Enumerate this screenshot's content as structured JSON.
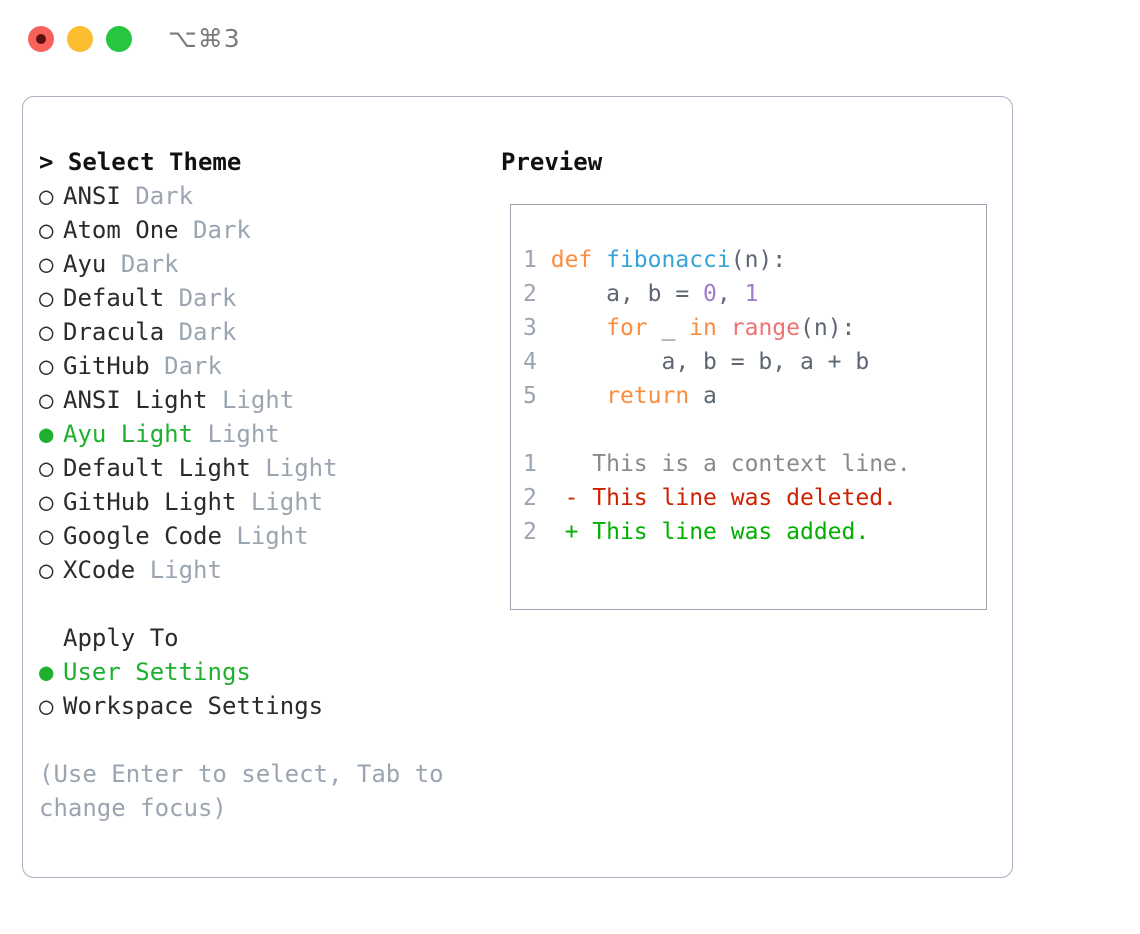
{
  "titlebar": {
    "shortcut": "⌥⌘3",
    "buttons": {
      "close": "close-button",
      "minimize": "minimize-button",
      "maximize": "maximize-button"
    }
  },
  "theme_picker": {
    "header": "> Select Theme",
    "items": [
      {
        "bullet": "○",
        "label": "ANSI",
        "variant": "Dark",
        "selected": false
      },
      {
        "bullet": "○",
        "label": "Atom One",
        "variant": "Dark",
        "selected": false
      },
      {
        "bullet": "○",
        "label": "Ayu",
        "variant": "Dark",
        "selected": false
      },
      {
        "bullet": "○",
        "label": "Default",
        "variant": "Dark",
        "selected": false
      },
      {
        "bullet": "○",
        "label": "Dracula",
        "variant": "Dark",
        "selected": false
      },
      {
        "bullet": "○",
        "label": "GitHub",
        "variant": "Dark",
        "selected": false
      },
      {
        "bullet": "○",
        "label": "ANSI Light",
        "variant": "Light",
        "selected": false
      },
      {
        "bullet": "●",
        "label": "Ayu Light",
        "variant": "Light",
        "selected": true
      },
      {
        "bullet": "○",
        "label": "Default Light",
        "variant": "Light",
        "selected": false
      },
      {
        "bullet": "○",
        "label": "GitHub Light",
        "variant": "Light",
        "selected": false
      },
      {
        "bullet": "○",
        "label": "Google Code",
        "variant": "Light",
        "selected": false
      },
      {
        "bullet": "○",
        "label": "XCode",
        "variant": "Light",
        "selected": false
      }
    ]
  },
  "apply_to": {
    "header": "Apply To",
    "items": [
      {
        "bullet": "●",
        "label": "User Settings",
        "selected": true
      },
      {
        "bullet": "○",
        "label": "Workspace Settings",
        "selected": false
      }
    ]
  },
  "hint": "(Use Enter to select, Tab to change focus)",
  "preview": {
    "title": "Preview",
    "code_lines": [
      {
        "n": "1",
        "tokens": [
          {
            "t": "def ",
            "c": "kw"
          },
          {
            "t": "fibonacci",
            "c": "fn"
          },
          {
            "t": "(n):",
            "c": "punc"
          }
        ]
      },
      {
        "n": "2",
        "tokens": [
          {
            "t": "    a, b = ",
            "c": "var"
          },
          {
            "t": "0",
            "c": "num"
          },
          {
            "t": ", ",
            "c": "var"
          },
          {
            "t": "1",
            "c": "num"
          }
        ]
      },
      {
        "n": "3",
        "tokens": [
          {
            "t": "    ",
            "c": "var"
          },
          {
            "t": "for",
            "c": "kw"
          },
          {
            "t": " _ ",
            "c": "var"
          },
          {
            "t": "in",
            "c": "kw"
          },
          {
            "t": " ",
            "c": "var"
          },
          {
            "t": "range",
            "c": "builtin"
          },
          {
            "t": "(n):",
            "c": "punc"
          }
        ]
      },
      {
        "n": "4",
        "tokens": [
          {
            "t": "        a, b = b, a + b",
            "c": "var"
          }
        ]
      },
      {
        "n": "5",
        "tokens": [
          {
            "t": "    ",
            "c": "var"
          },
          {
            "t": "return",
            "c": "kw"
          },
          {
            "t": " a",
            "c": "var"
          }
        ]
      }
    ],
    "diff_lines": [
      {
        "n": "1",
        "marker": "  ",
        "text": "This is a context line.",
        "kind": "ctx"
      },
      {
        "n": "2",
        "marker": "- ",
        "text": "This line was deleted.",
        "kind": "del"
      },
      {
        "n": "2",
        "marker": "+ ",
        "text": "This line was added.",
        "kind": "add"
      }
    ]
  },
  "colors": {
    "accent_green": "#20b030",
    "muted": "#9aa5b1",
    "keyword": "#fa8d3e",
    "function": "#36a3d9",
    "number": "#a37acc",
    "builtin": "#f07171",
    "variable": "#5c6773",
    "diff_deleted": "#cc2200",
    "diff_added": "#00b000",
    "border": "#a7b1bf"
  }
}
